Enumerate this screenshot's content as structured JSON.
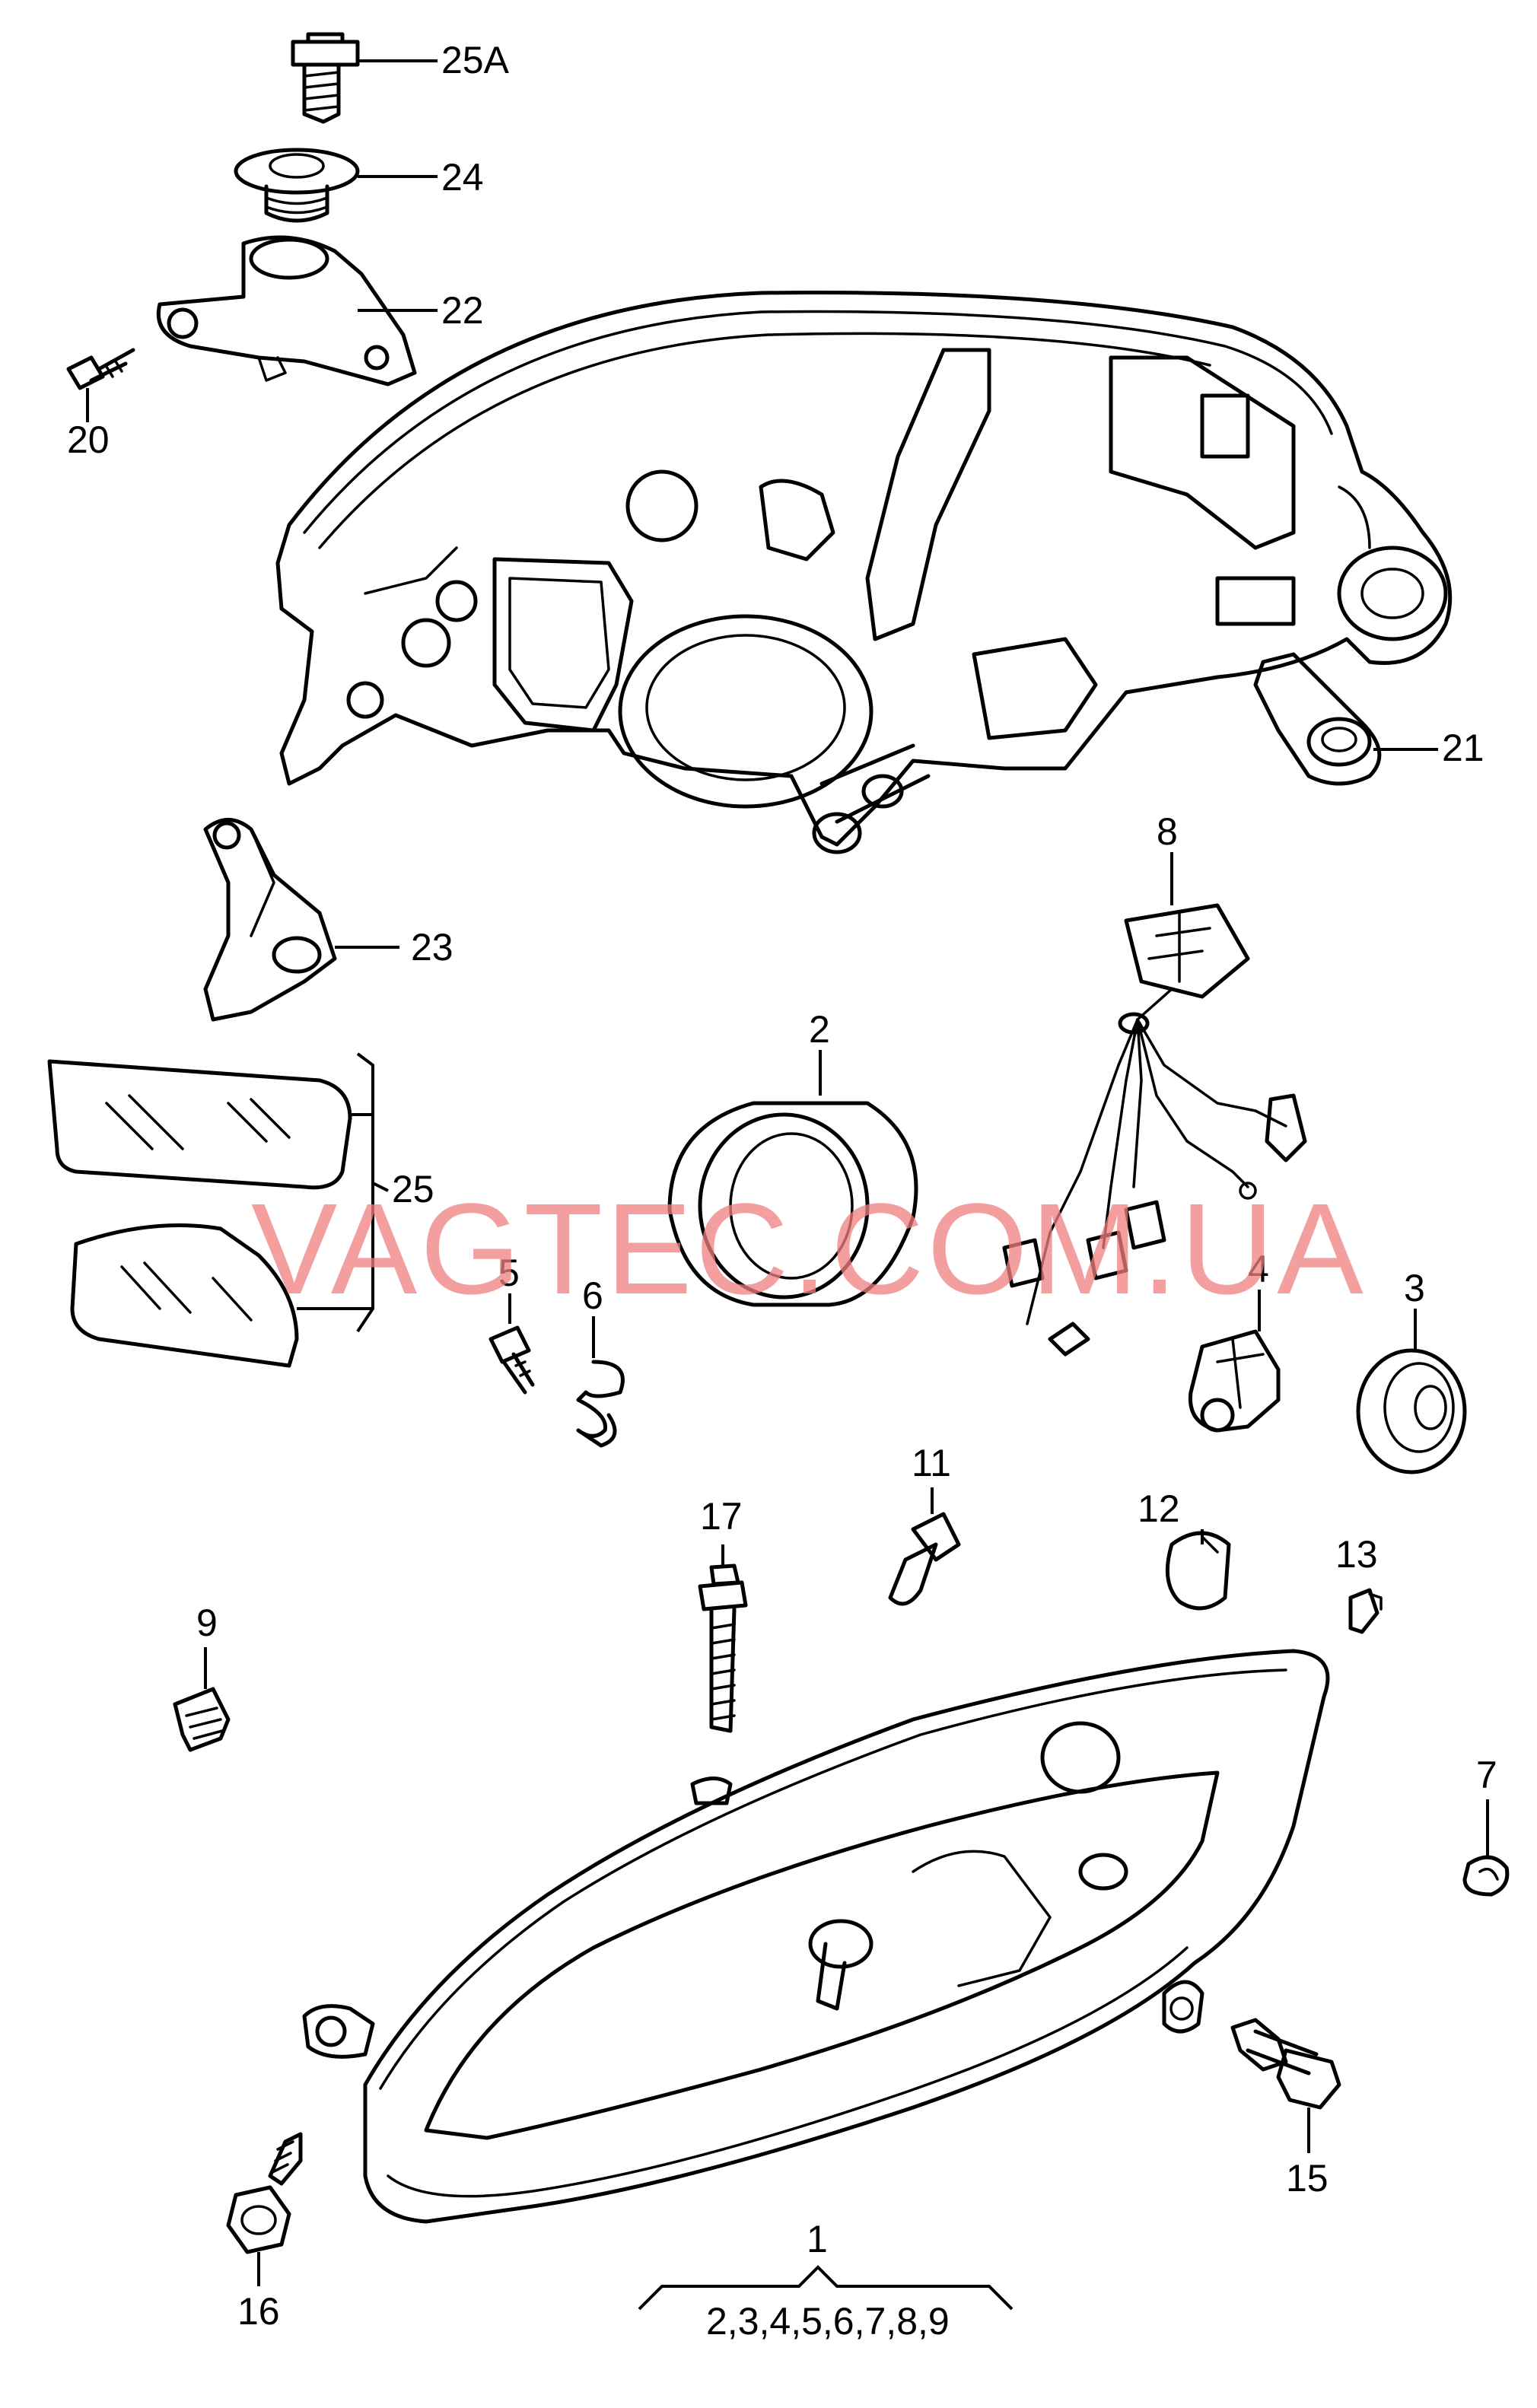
{
  "watermark": "VAGTEC.COM.UA",
  "labels": {
    "p1": "1",
    "p1_sub": "2,3,4,5,6,7,8,9",
    "p2": "2",
    "p3": "3",
    "p4": "4",
    "p5": "5",
    "p6": "6",
    "p7": "7",
    "p8": "8",
    "p9": "9",
    "p11": "11",
    "p12": "12",
    "p13": "13",
    "p15": "15",
    "p16": "16",
    "p17": "17",
    "p20": "20",
    "p21": "21",
    "p22": "22",
    "p23": "23",
    "p24": "24",
    "p25": "25",
    "p25a": "25A"
  }
}
